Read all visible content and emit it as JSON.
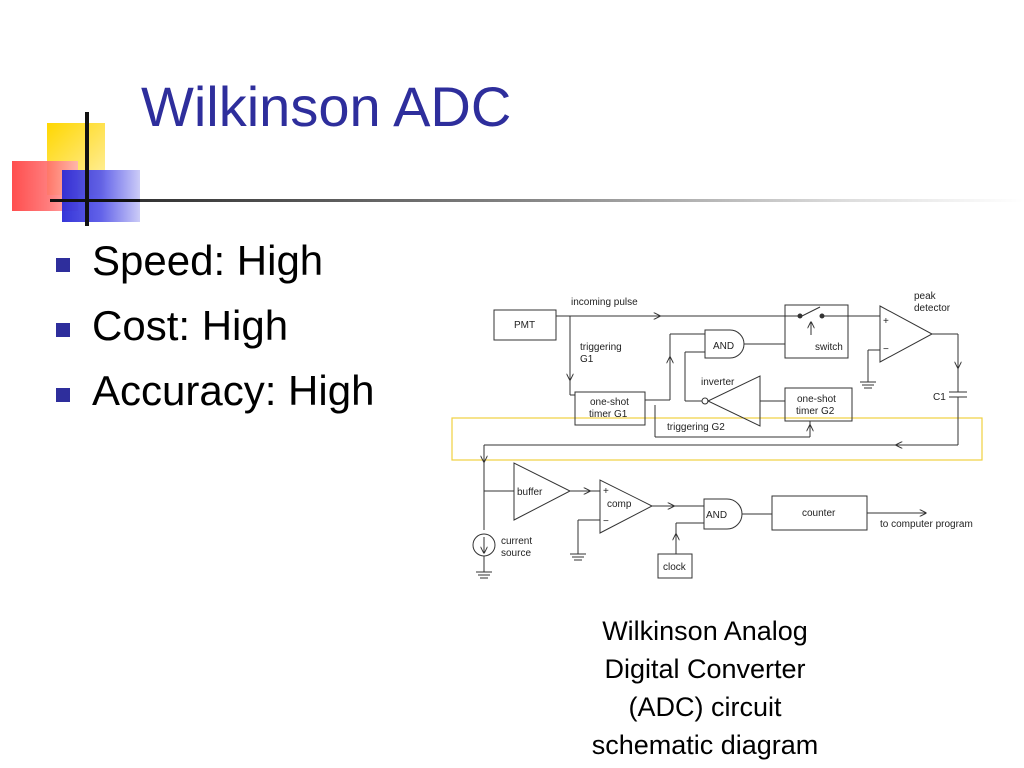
{
  "slide": {
    "title": "Wilkinson ADC",
    "bullets": [
      "Speed: High",
      "Cost: High",
      "Accuracy: High"
    ],
    "caption_lines": [
      "Wilkinson Analog",
      "Digital Converter",
      "(ADC) circuit",
      "schematic diagram"
    ]
  },
  "colors": {
    "title": "#2e2e9c",
    "bullet": "#2e2e9c",
    "highlight_box": "#f0d040",
    "schematic_line": "#333333"
  },
  "schematic": {
    "labels": {
      "incoming_pulse": "incoming pulse",
      "pmt": "PMT",
      "triggering_g1_line1": "triggering",
      "triggering_g1_line2": "G1",
      "and_top": "AND",
      "switch": "switch",
      "peak_detector_line1": "peak",
      "peak_detector_line2": "detector",
      "inverter": "inverter",
      "one_shot_g1_line1": "one-shot",
      "one_shot_g1_line2": "timer G1",
      "one_shot_g2_line1": "one-shot",
      "one_shot_g2_line2": "timer G2",
      "triggering_g2": "triggering G2",
      "c1": "C1",
      "buffer": "buffer",
      "comp": "comp",
      "and_bottom": "AND",
      "counter": "counter",
      "to_computer": "to computer program",
      "current_source_line1": "current",
      "current_source_line2": "source",
      "clock": "clock",
      "plus_peak": "+",
      "minus_peak": "−",
      "plus_comp": "+",
      "minus_comp": "−"
    }
  }
}
